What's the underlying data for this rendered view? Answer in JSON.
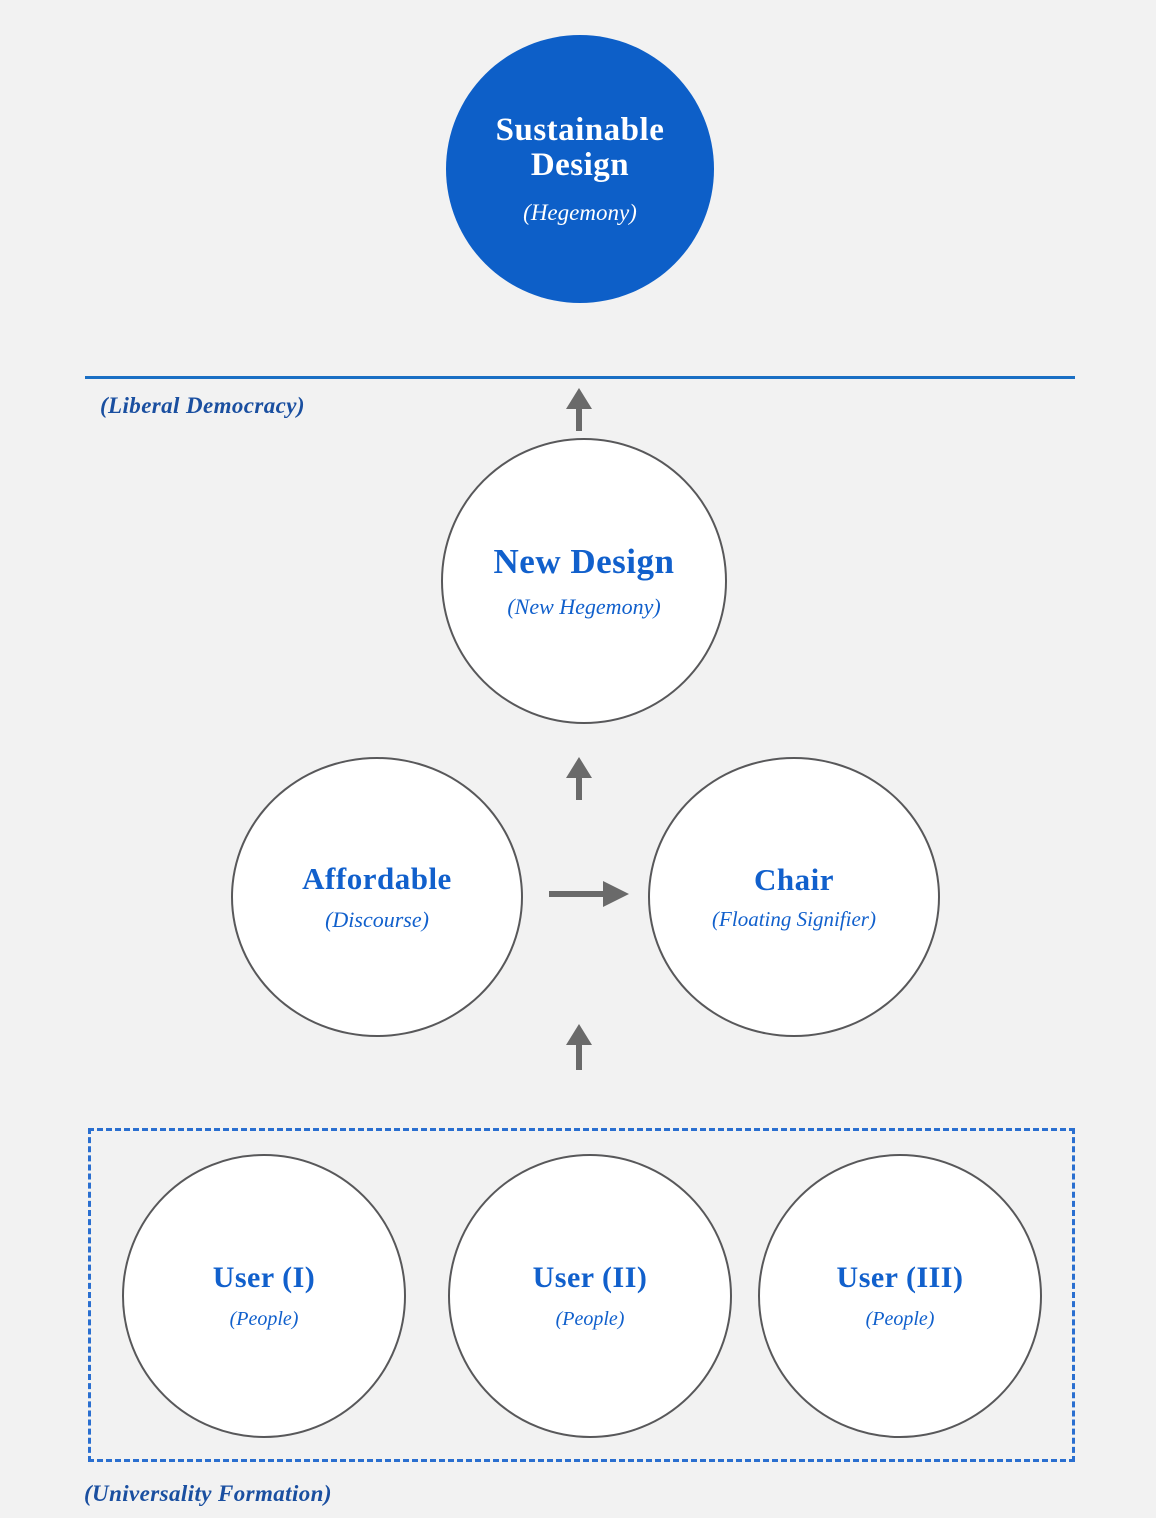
{
  "diagram": {
    "title_text": "",
    "background_color": "#f2f2f2",
    "accent_blue": "#1160cc",
    "fill_blue": "#0d5fc8",
    "outline_gray": "#58585a",
    "dashed_blue": "#2a6fd0"
  },
  "nodes": {
    "hegemony": {
      "title": "Sustainable\nDesign",
      "subtitle": "(Hegemony)"
    },
    "new_design": {
      "title": "New Design",
      "subtitle": "(New Hegemony)"
    },
    "affordable": {
      "title": "Affordable",
      "subtitle": "(Discourse)"
    },
    "chair": {
      "title": "Chair",
      "subtitle": "(Floating Signifier)"
    },
    "users": [
      {
        "title": "User (I)",
        "subtitle": "(People)"
      },
      {
        "title": "User (II)",
        "subtitle": "(People)"
      },
      {
        "title": "User (III)",
        "subtitle": "(People)"
      }
    ]
  },
  "labels": {
    "liberal_democracy": "(Liberal Democracy)",
    "universality_formation": "(Universality Formation)"
  },
  "icons": {
    "arrow_up": "arrow-up-icon",
    "arrow_right": "arrow-right-icon",
    "divider": "horizontal-divider"
  }
}
